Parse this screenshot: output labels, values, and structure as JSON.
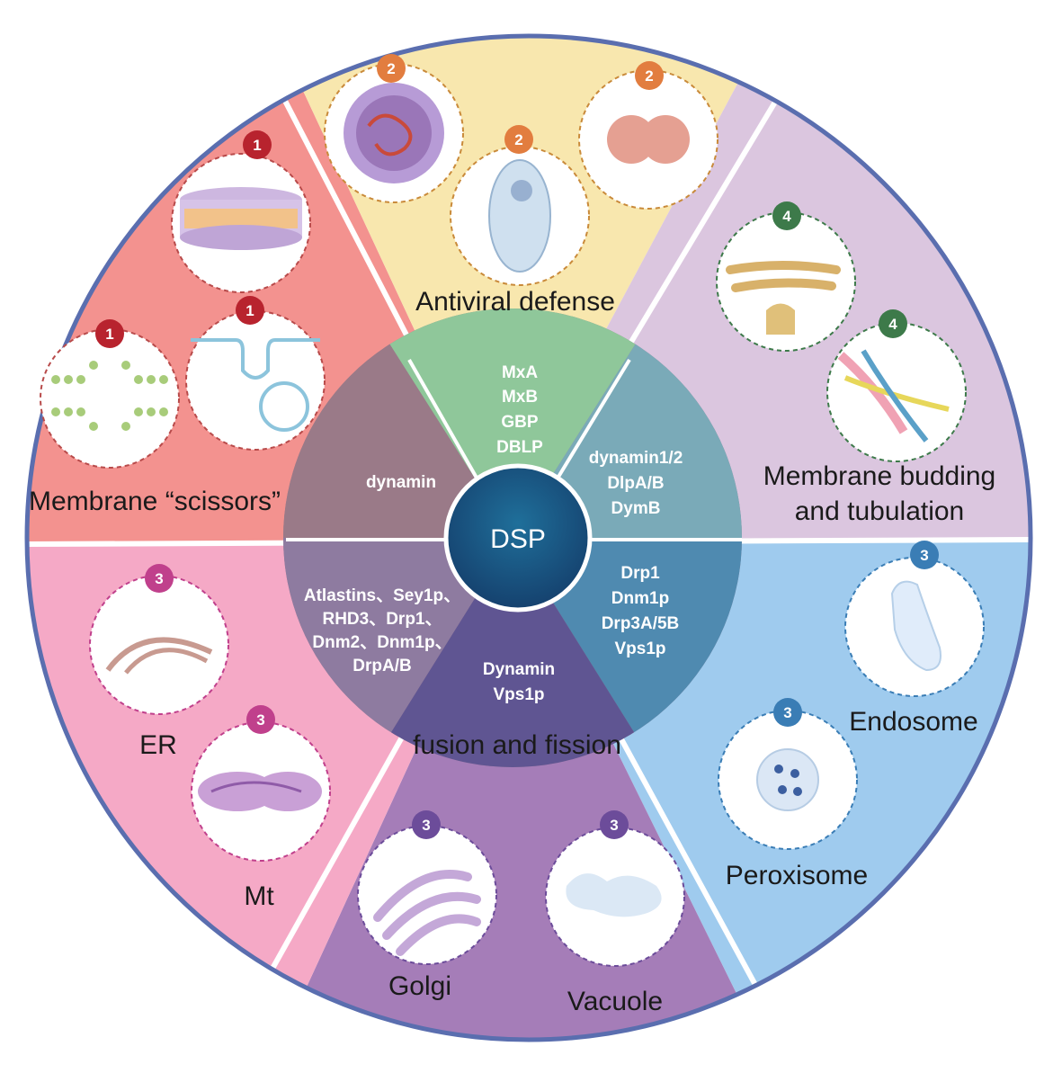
{
  "center_label": "DSP",
  "sectors": {
    "scissors": {
      "title": "Membrane “scissors”",
      "proteins": [
        "dynamin"
      ]
    },
    "antiviral": {
      "title": "Antiviral defense",
      "proteins": [
        "MxA",
        "MxB",
        "GBP",
        "DBLP"
      ]
    },
    "budding": {
      "title_lines": [
        "Membrane budding",
        "and tubulation"
      ],
      "proteins": [
        "dynamin1/2",
        "DlpA/B",
        "DymB"
      ]
    },
    "fusion": {
      "title": "fusion and fission",
      "proteins_left": [
        "Atlastins、Sey1p、",
        "RHD3、Drp1、",
        "Dnm2、Dnm1p、",
        "DrpA/B"
      ],
      "proteins_right": [
        "Drp1",
        "Dnm1p",
        "Drp3A/5B",
        "Vps1p"
      ],
      "proteins_bottom": [
        "Dynamin",
        "Vps1p"
      ]
    }
  },
  "organelles": {
    "endosome": "Endosome",
    "peroxisome": "Peroxisome",
    "er": "ER",
    "mt": "Mt",
    "golgi": "Golgi",
    "vacuole": "Vacuole"
  },
  "badges": [
    "1",
    "1",
    "1",
    "2",
    "2",
    "2",
    "4",
    "4",
    "3",
    "3",
    "3",
    "3",
    "3",
    "3"
  ],
  "colors": {
    "scissors": "#f3928f",
    "antiviral": "#f8e7ae",
    "budding": "#dbc6df",
    "endosome": "#9fcbee",
    "fission_bottom": "#a57db8",
    "er_mt": "#f5a9c6",
    "ring": "#5a6eaf",
    "badge_red": "#b8232e",
    "badge_orange": "#e27d3f",
    "badge_green": "#3d7a4a",
    "badge_blue": "#3a7db5",
    "badge_pink": "#c0408c",
    "badge_purple": "#6c4c9a",
    "center": "#1b5a80"
  }
}
